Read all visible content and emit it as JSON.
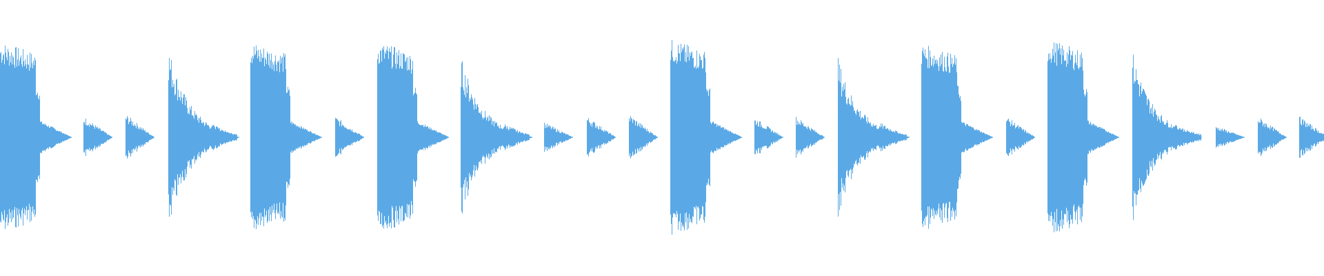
{
  "waveform": {
    "color": "#5aa9e6",
    "background": "#ffffff",
    "hits": [
      {
        "start": 0.0,
        "kind": "snare",
        "amp": 0.82
      },
      {
        "start": 0.032,
        "kind": "tick",
        "amp": 0.1
      },
      {
        "start": 0.063,
        "kind": "tick",
        "amp": 0.18
      },
      {
        "start": 0.095,
        "kind": "tick",
        "amp": 0.2
      },
      {
        "start": 0.127,
        "kind": "kick",
        "amp": 0.78
      },
      {
        "start": 0.159,
        "kind": "tail",
        "amp": 0.12
      },
      {
        "start": 0.189,
        "kind": "snare",
        "amp": 0.82
      },
      {
        "start": 0.221,
        "kind": "tick",
        "amp": 0.1
      },
      {
        "start": 0.253,
        "kind": "tick",
        "amp": 0.18
      },
      {
        "start": 0.285,
        "kind": "snare",
        "amp": 0.82
      },
      {
        "start": 0.316,
        "kind": "tick",
        "amp": 0.1
      },
      {
        "start": 0.348,
        "kind": "kick",
        "amp": 0.7
      },
      {
        "start": 0.38,
        "kind": "tail",
        "amp": 0.12
      },
      {
        "start": 0.411,
        "kind": "tick",
        "amp": 0.13
      },
      {
        "start": 0.443,
        "kind": "tick",
        "amp": 0.18
      },
      {
        "start": 0.475,
        "kind": "tick",
        "amp": 0.2
      },
      {
        "start": 0.506,
        "kind": "snare",
        "amp": 0.84
      },
      {
        "start": 0.538,
        "kind": "tick",
        "amp": 0.12
      },
      {
        "start": 0.57,
        "kind": "tick",
        "amp": 0.17
      },
      {
        "start": 0.601,
        "kind": "tick",
        "amp": 0.18
      },
      {
        "start": 0.633,
        "kind": "kick",
        "amp": 0.68
      },
      {
        "start": 0.665,
        "kind": "tail",
        "amp": 0.12
      },
      {
        "start": 0.696,
        "kind": "snare",
        "amp": 0.8
      },
      {
        "start": 0.728,
        "kind": "tick",
        "amp": 0.11
      },
      {
        "start": 0.76,
        "kind": "tick",
        "amp": 0.18
      },
      {
        "start": 0.791,
        "kind": "snare",
        "amp": 0.84
      },
      {
        "start": 0.823,
        "kind": "tick",
        "amp": 0.12
      },
      {
        "start": 0.855,
        "kind": "kick",
        "amp": 0.74
      },
      {
        "start": 0.886,
        "kind": "tail",
        "amp": 0.12
      },
      {
        "start": 0.918,
        "kind": "tick",
        "amp": 0.1
      },
      {
        "start": 0.95,
        "kind": "tick",
        "amp": 0.18
      },
      {
        "start": 0.981,
        "kind": "tick",
        "amp": 0.18
      }
    ]
  }
}
